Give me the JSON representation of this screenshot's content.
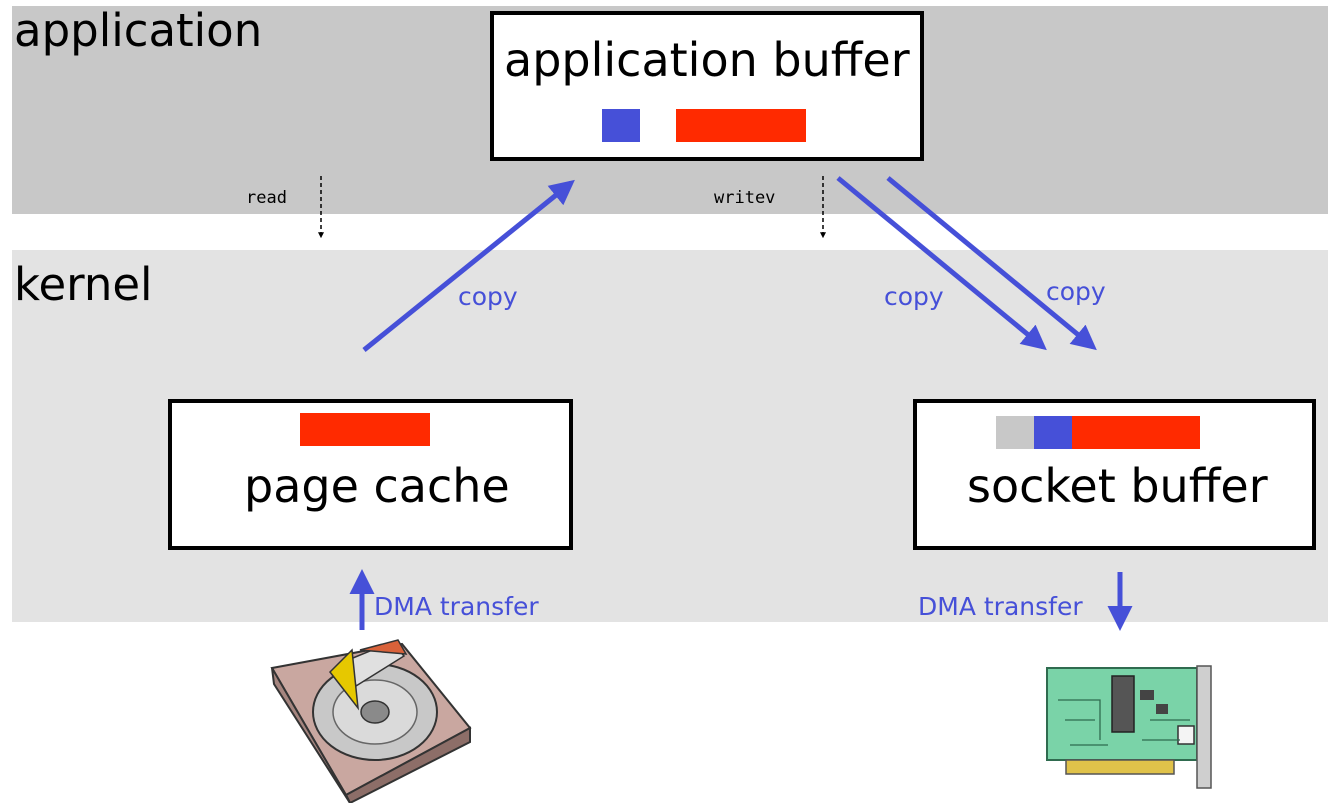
{
  "colors": {
    "app_layer_bg": "#c8c8c8",
    "kernel_layer_bg": "#e3e3e3",
    "arrow_blue": "#4650d8",
    "data_red": "#ff2a00",
    "data_blue": "#4650d8",
    "data_gray": "#c8c8c8"
  },
  "layers": {
    "application": "application",
    "kernel": "kernel"
  },
  "boxes": {
    "application_buffer": "application buffer",
    "page_cache": "page cache",
    "socket_buffer": "socket buffer"
  },
  "syscalls": {
    "read": "read",
    "writev": "writev"
  },
  "arrows": {
    "copy_read": "copy",
    "copy_write_1": "copy",
    "copy_write_2": "copy",
    "dma_in": "DMA transfer",
    "dma_out": "DMA transfer"
  },
  "devices": {
    "disk": "hard-disk-icon",
    "nic": "network-card-icon"
  }
}
